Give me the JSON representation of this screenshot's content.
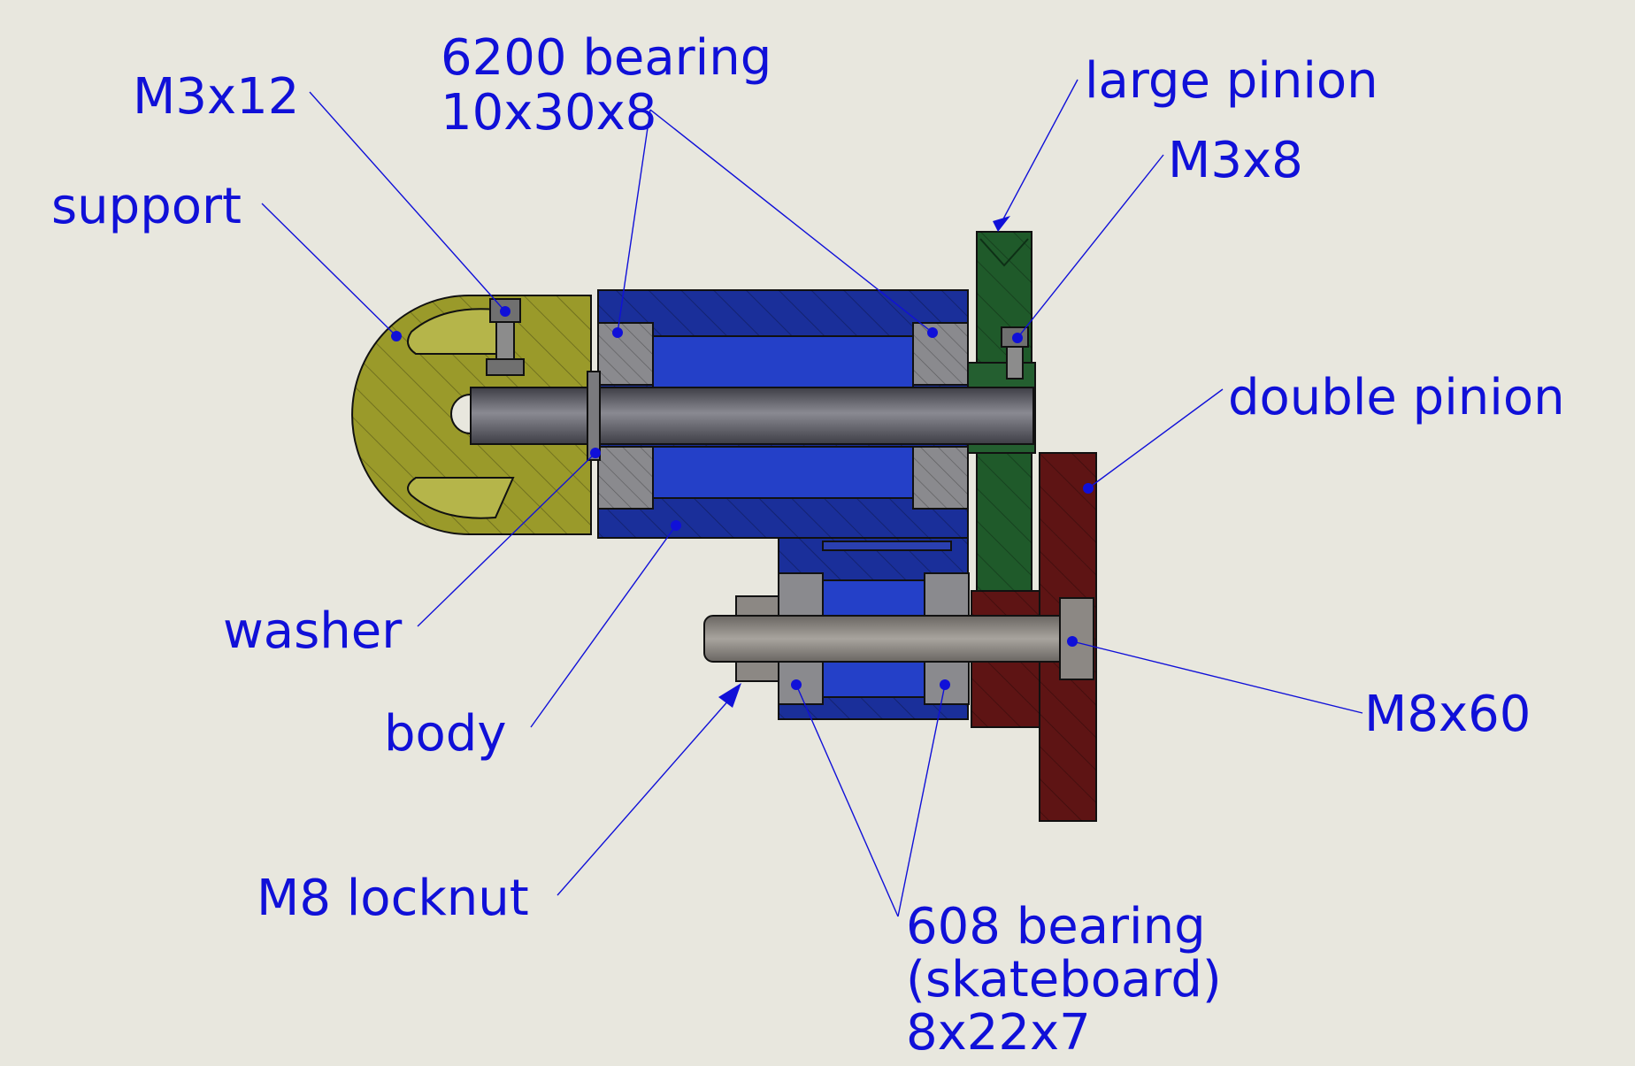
{
  "colors": {
    "background": "#e8e7de",
    "label": "#1010d8",
    "support": "#9a9a2a",
    "body": "#1a2f9a",
    "bearing": "#8a8a8e",
    "shaft": "#6a6a72",
    "large_pinion": "#1f5a2a",
    "double_pinion": "#5e1414",
    "bolt": "#8c8884"
  },
  "labels": {
    "bearing_6200_line1": "6200 bearing",
    "bearing_6200_line2": "10x30x8",
    "m3x12": "M3x12",
    "large_pinion": "large pinion",
    "m3x8": "M3x8",
    "support": "support",
    "double_pinion": "double pinion",
    "washer": "washer",
    "body": "body",
    "m8x60": "M8x60",
    "m8_locknut": "M8 locknut",
    "bearing_608_line1": "608 bearing",
    "bearing_608_line2": "(skateboard)",
    "bearing_608_line3": "8x22x7"
  }
}
